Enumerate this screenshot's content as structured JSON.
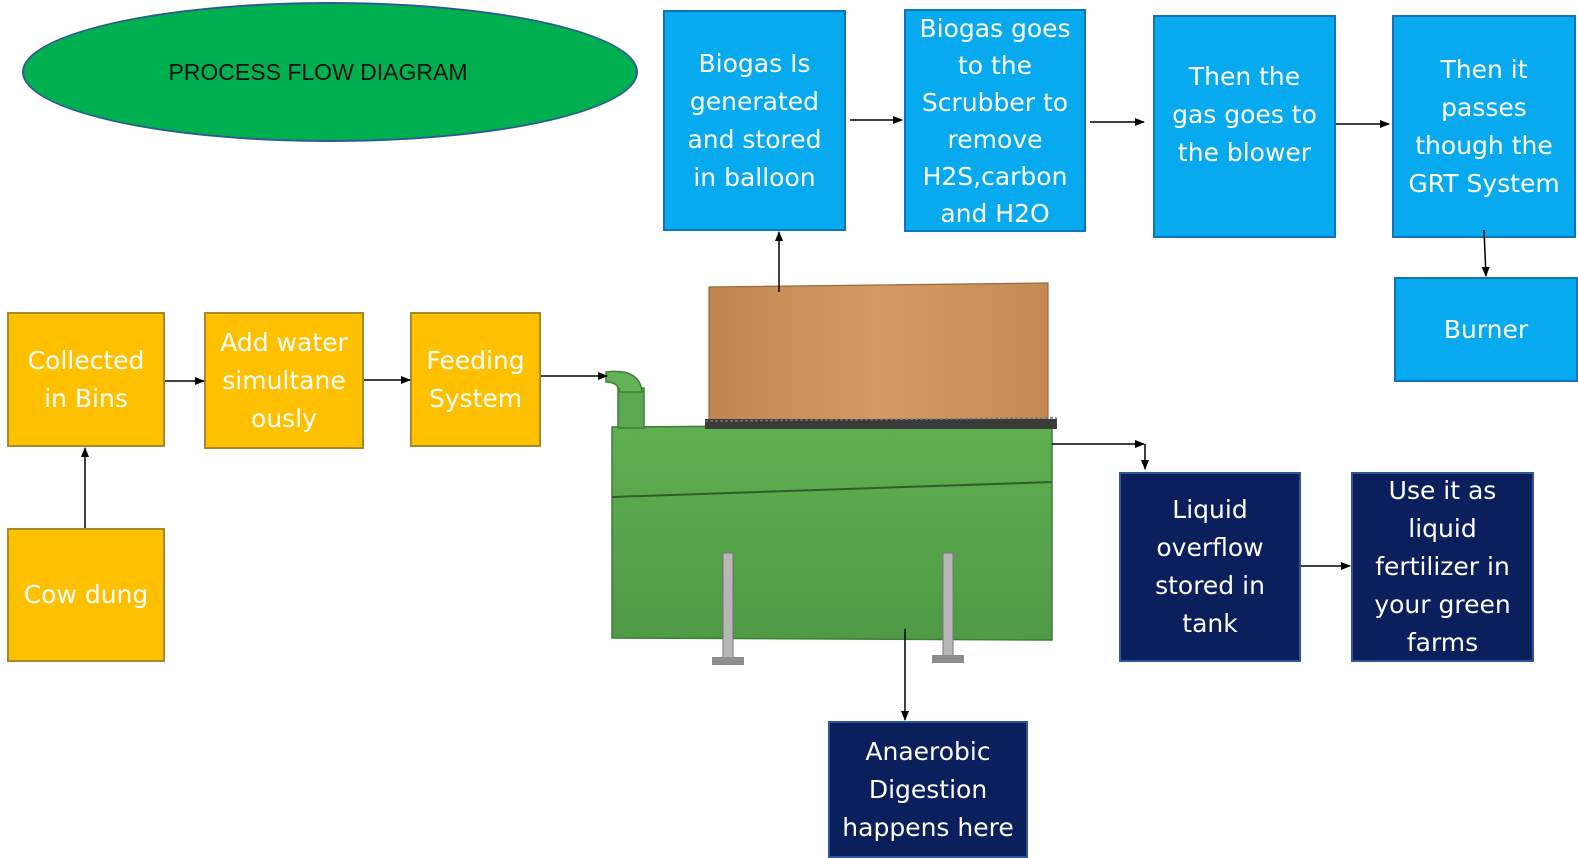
{
  "title": "PROCESS FLOW DIAGRAM",
  "nodes": {
    "biogas_generated": "Biogas Is generated and stored in balloon",
    "scrubber": "Biogas goes to the Scrubber to remove H2S,carbon and H2O",
    "blower": "Then the gas goes to the blower",
    "grt_system": "Then it passes though the GRT System",
    "burner": "Burner",
    "collected_bins": "Collected in Bins",
    "add_water": "Add water simultane ously",
    "feeding_system": "Feeding System",
    "cow_dung": "Cow dung",
    "liquid_overflow": "Liquid overflow stored in tank",
    "liquid_fertilizer": "Use it as liquid fertilizer in your green farms",
    "anaerobic_digestion": "Anaerobic Digestion happens here"
  },
  "colors": {
    "blue_box": "#07aaee",
    "orange_box": "#ffc000",
    "navy_box": "#0b1f5c",
    "title_ellipse": "#00b050",
    "digester_tank": "#5aa84f",
    "gas_holder": "#c98e57"
  }
}
